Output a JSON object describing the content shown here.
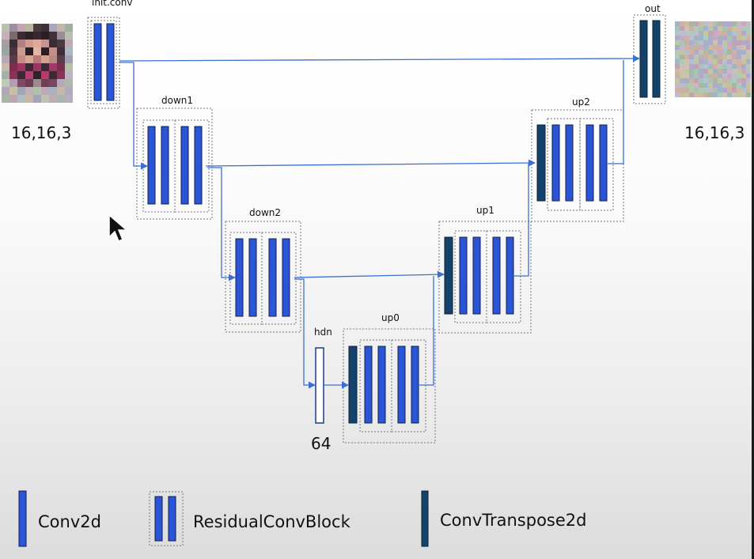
{
  "diagram": {
    "blocks": {
      "init_conv": "init.conv",
      "down1": "down1",
      "down2": "down2",
      "hdn": "hdn",
      "up0": "up0",
      "up1": "up1",
      "up2": "up2",
      "out": "out"
    },
    "input_shape": "16,16,3",
    "output_shape": "16,16,3",
    "hidden_size": "64"
  },
  "legend": {
    "conv2d": "Conv2d",
    "residual": "ResidualConvBlock",
    "convtranspose": "ConvTranspose2d"
  },
  "colors": {
    "conv": "#2a55d6",
    "conv_transpose": "#15426a",
    "arrow": "#3a6fd4"
  }
}
